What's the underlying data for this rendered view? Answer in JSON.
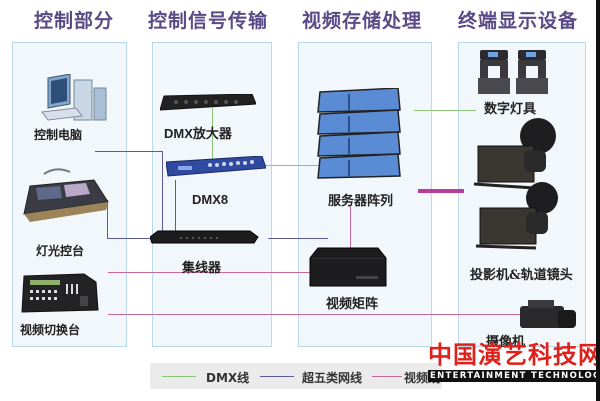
{
  "headers": {
    "control": "控制部分",
    "signal": "控制信号传输",
    "video": "视频存储处理",
    "display": "终端显示设备"
  },
  "devices": {
    "control_pc": "控制电脑",
    "lighting_console": "灯光控台",
    "video_switcher": "视频切换台",
    "dmx_amplifier": "DMX放大器",
    "dmx8": "DMX8",
    "hub": "集线器",
    "server_array": "服务器阵列",
    "video_matrix": "视频矩阵",
    "digital_lights": "数字灯具",
    "projector": "投影机&轨道镜头",
    "camera": "摄像机"
  },
  "legend": {
    "items": [
      {
        "label": "DMX线",
        "color": "#8cc47a"
      },
      {
        "label": "超五类网线",
        "color": "#5c5a9a"
      },
      {
        "label": "视频线",
        "color": "#c9679a"
      }
    ]
  },
  "watermark": {
    "cn": "中国演艺科技网",
    "en": "ENTERTAINMENT TECHNOLOGY"
  },
  "colors": {
    "header": "#5a4a86",
    "column_bg": "#f2f7fb",
    "column_border": "#b9d8ea",
    "dmx_line": "#8cc47a",
    "network_line": "#5c5a9a",
    "video_line": "#c9679a",
    "video_bus": "#b83c9a",
    "watermark_red": "#e0201a"
  }
}
